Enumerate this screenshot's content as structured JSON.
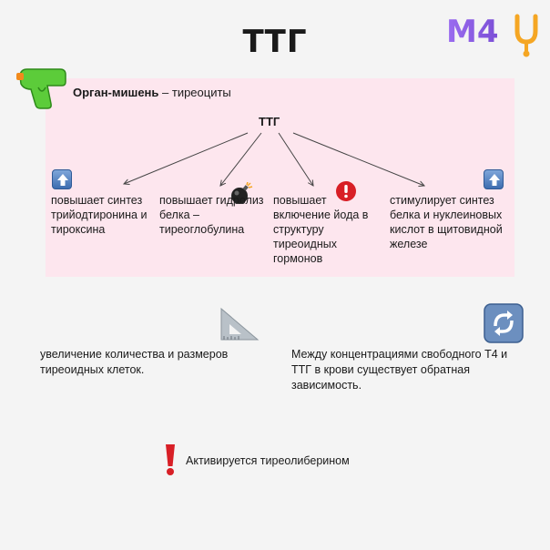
{
  "title": "ТТГ",
  "logo_text": "M4U",
  "organ": {
    "label_bold": "Орган-мишень",
    "label_rest": " – тиреоциты"
  },
  "center_label": "ТТГ",
  "effects": [
    {
      "text": "повышает синтез трийодтиронина и тироксина",
      "icon": "up-arrow-icon"
    },
    {
      "text": "повышает гидролиз белка – тиреоглобулина",
      "icon": "bomb-icon"
    },
    {
      "text": "повышает включение йода в структуру тиреоидных гормонов",
      "icon": "exclamation-circle-icon"
    },
    {
      "text": "стимулирует синтез белка и нуклеиновых кислот в щитовидной железе",
      "icon": "up-arrow-icon"
    }
  ],
  "notes": {
    "left": "увеличение количества и размеров тиреоидных клеток.",
    "right": "Между концентрациями свободного Т4 и ТТГ в крови существует обратная зависимость.",
    "bottom": "Активируется тиреолиберином"
  },
  "colors": {
    "pink_box": "#fde6ee",
    "logo_purple": "#8a57d8",
    "logo_orange": "#f5a623",
    "accent_red": "#d81f26"
  }
}
